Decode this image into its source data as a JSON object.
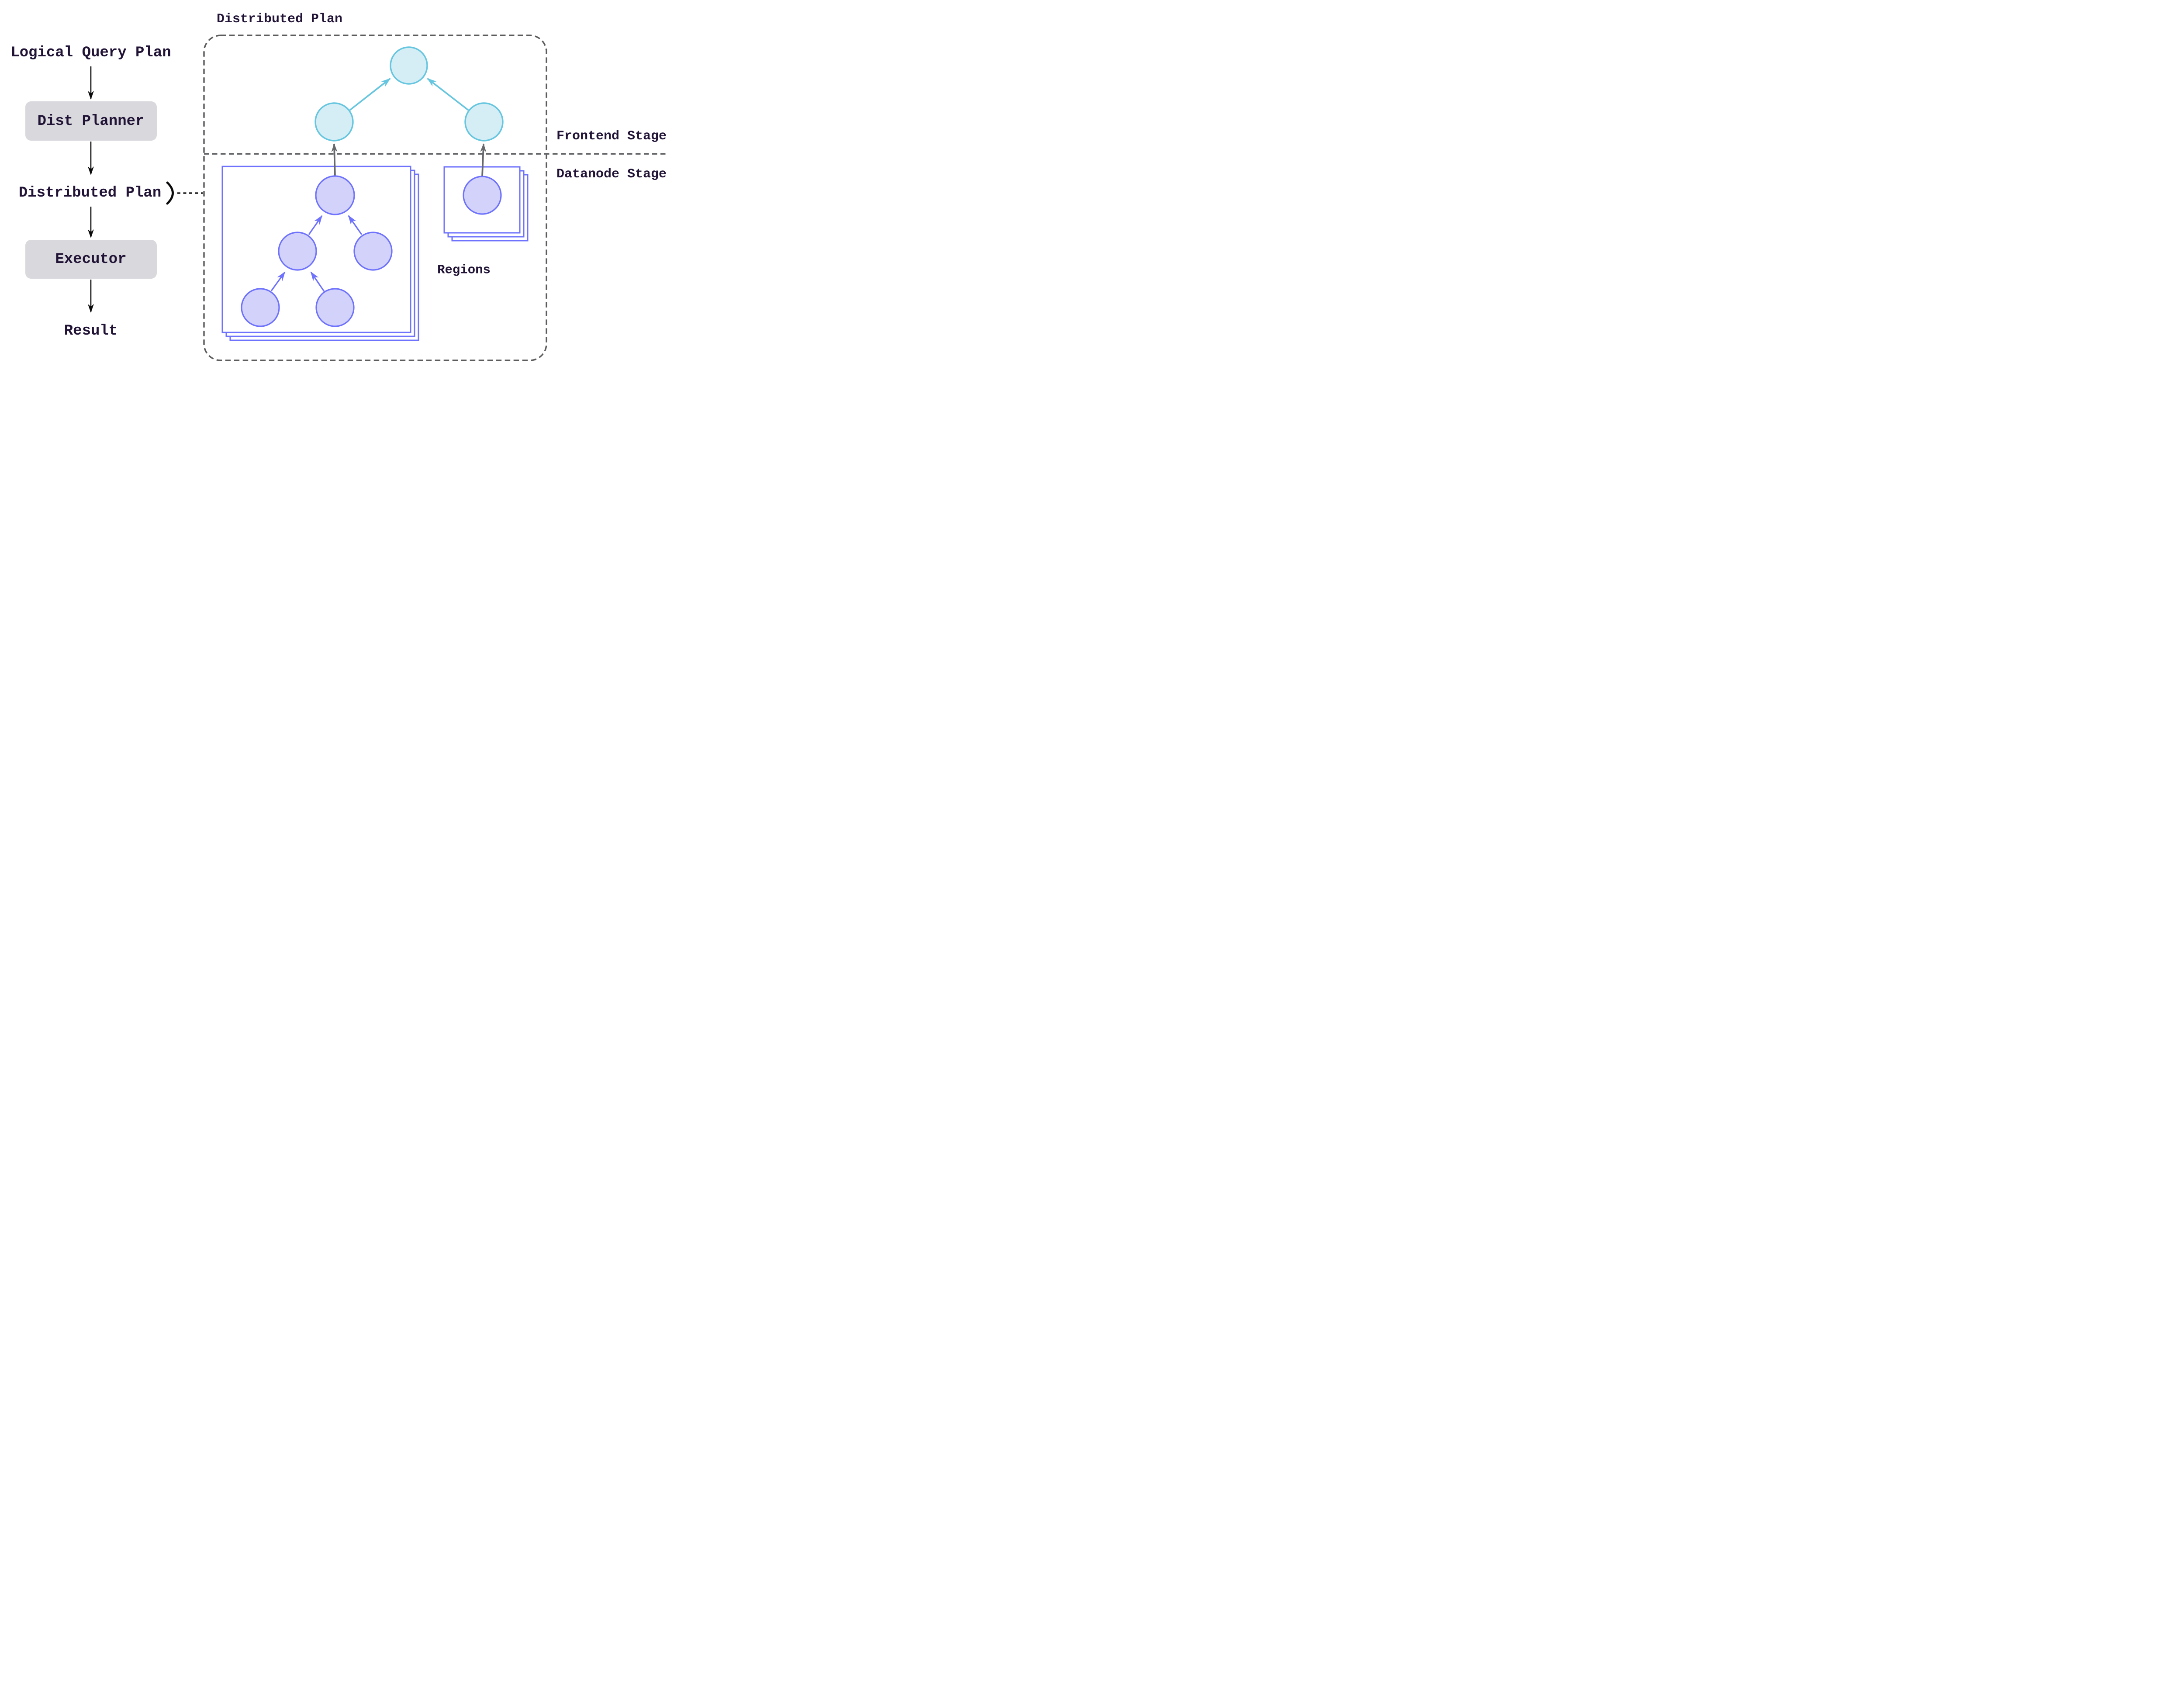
{
  "colors": {
    "background": "#ffffff",
    "dark_text": "#211336",
    "flow_line": "#0a0a0a",
    "box_fill": "#d9d9dd",
    "panel_border": "#5c5c5e",
    "divider": "#67696c",
    "gray_arrow": "#66696c",
    "cyan_stroke": "#66c6df",
    "cyan_fill": "#d5eef6",
    "purple_stroke": "#6e72fc",
    "purple_fill": "#d2d2fa",
    "regions_text": "#7174f3"
  },
  "left_flow": {
    "start_label": "Logical Query Plan",
    "planner_label": "Dist Planner",
    "plan_label": "Distributed Plan",
    "executor_label": "Executor",
    "result_label": "Result"
  },
  "panel": {
    "title": "Distributed Plan",
    "frontend_stage_label": "Frontend Stage",
    "datanode_stage_label": "Datanode Stage",
    "regions_label": "Regions"
  },
  "diagram_data": {
    "type": "flow-diagram",
    "left_flow_sequence": [
      "Logical Query Plan",
      "Dist Planner",
      "Distributed Plan",
      "Executor",
      "Result"
    ],
    "connector": "The 'Distributed Plan' flow label is joined by a brace and dashed line to the Distributed Plan panel",
    "panel": {
      "title": "Distributed Plan",
      "stages": [
        "Frontend Stage",
        "Datanode Stage"
      ],
      "frontend_tree": {
        "node_count": 3,
        "edges": [
          [
            "frontend-left-child",
            "frontend-root"
          ],
          [
            "frontend-right-child",
            "frontend-root"
          ]
        ]
      },
      "datanode_groups": [
        {
          "caption": "Regions",
          "stacked_sheets": 3,
          "node_count": 5,
          "edges": [
            [
              "leaf-left",
              "mid-left"
            ],
            [
              "leaf-right",
              "mid-left"
            ],
            [
              "mid-left",
              "root"
            ],
            [
              "mid-right",
              "root"
            ],
            [
              "root",
              "frontend-left-child"
            ]
          ]
        },
        {
          "stacked_sheets": 3,
          "node_count": 1,
          "edges": [
            [
              "root",
              "frontend-right-child"
            ]
          ]
        }
      ]
    }
  }
}
